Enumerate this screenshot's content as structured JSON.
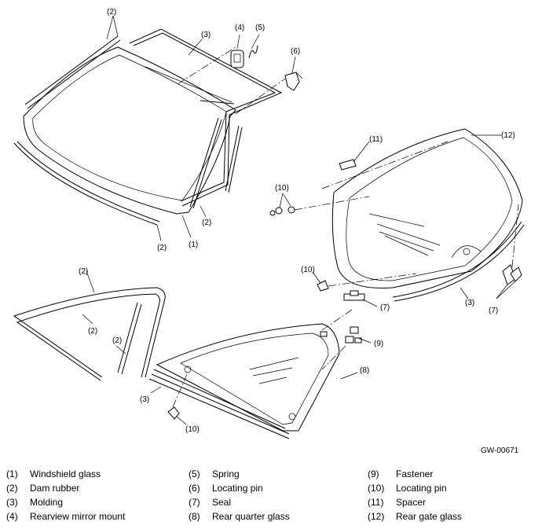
{
  "figure_code": "GW-00671",
  "callouts": {
    "c1": "(1)",
    "c2a": "(2)",
    "c2b": "(2)",
    "c2c": "(2)",
    "c2d": "(2)",
    "c2e": "(2)",
    "c2f": "(2)",
    "c3a": "(3)",
    "c3b": "(3)",
    "c3c": "(3)",
    "c4": "(4)",
    "c5": "(5)",
    "c6": "(6)",
    "c7a": "(7)",
    "c7b": "(7)",
    "c8": "(8)",
    "c9": "(9)",
    "c10a": "(10)",
    "c10b": "(10)",
    "c10c": "(10)",
    "c11": "(11)",
    "c12": "(12)"
  },
  "legend": [
    {
      "num": "(1)",
      "label": "Windshield glass"
    },
    {
      "num": "(2)",
      "label": "Dam rubber"
    },
    {
      "num": "(3)",
      "label": "Molding"
    },
    {
      "num": "(4)",
      "label": "Rearview mirror mount"
    },
    {
      "num": "(5)",
      "label": "Spring"
    },
    {
      "num": "(6)",
      "label": "Locating pin"
    },
    {
      "num": "(7)",
      "label": "Seal"
    },
    {
      "num": "(8)",
      "label": "Rear quarter glass"
    },
    {
      "num": "(9)",
      "label": "Fastener"
    },
    {
      "num": "(10)",
      "label": "Locating pin"
    },
    {
      "num": "(11)",
      "label": "Spacer"
    },
    {
      "num": "(12)",
      "label": "Rear gate glass"
    }
  ]
}
